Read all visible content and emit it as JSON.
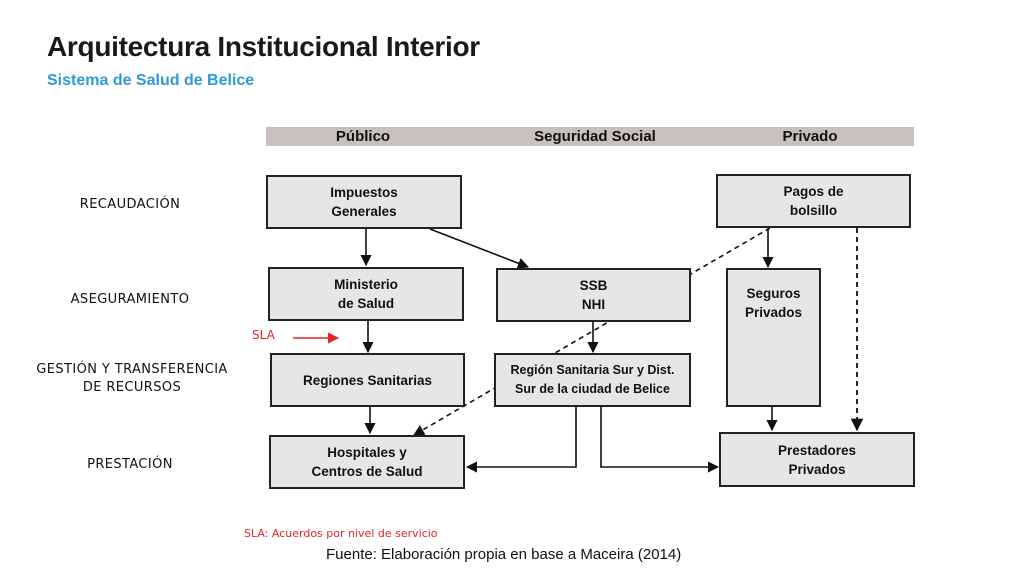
{
  "title": "Arquitectura Institucional Interior",
  "subtitle": "Sistema de Salud de Belice",
  "columns": {
    "publico": "Público",
    "seguridad_social": "Seguridad Social",
    "privado": "Privado"
  },
  "rows": {
    "recaudacion": "RECAUDACIÓN",
    "aseguramiento": "ASEGURAMIENTO",
    "gestion": "GESTIÓN Y TRANSFERENCIA\nDE RECURSOS",
    "prestacion": "PRESTACIÓN"
  },
  "boxes": {
    "impuestos": "Impuestos\nGenerales",
    "pagos": "Pagos de\nbolsillo",
    "ministerio": "Ministerio\nde Salud",
    "ssb": "SSB\nNHI",
    "seguros": "Seguros\nPrivados",
    "regiones": "Regiones Sanitarias",
    "region_sur": "Región Sanitaria Sur y Dist.\nSur de la ciudad de Belice",
    "hospitales": "Hospitales y\nCentros de Salud",
    "prestadores": "Prestadores\nPrivados"
  },
  "sla_label": "SLA",
  "sla_legend": "SLA: Acuerdos por nivel de servicio",
  "source": "Fuente: Elaboración propia en base a Maceira (2014)",
  "colors": {
    "accent_title": "#2e9ad8",
    "sla": "#e0262a",
    "box_fill": "#e6e6e6",
    "header_bar": "#c9bfbf"
  }
}
